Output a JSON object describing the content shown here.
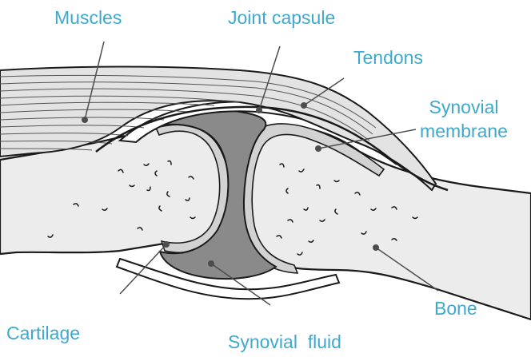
{
  "labels": {
    "muscles": "Muscles",
    "joint_capsule": "Joint capsule",
    "tendons": "Tendons",
    "synovial_membrane_line1": "Synovial",
    "synovial_membrane_line2": "membrane",
    "bone": "Bone",
    "cartilage": "Cartilage",
    "synovial_fluid": "Synovial  fluid"
  },
  "colors": {
    "label_text": "#3ea9cc",
    "outline": "#1a1a1a",
    "bone_fill": "#ececec",
    "cartilage_fill": "#d2d2d2",
    "fluid_fill": "#8a8a8a",
    "capsule_fill": "#ffffff",
    "muscle_fill": "#e3e3e3",
    "leader_line": "#4d4d4d"
  }
}
